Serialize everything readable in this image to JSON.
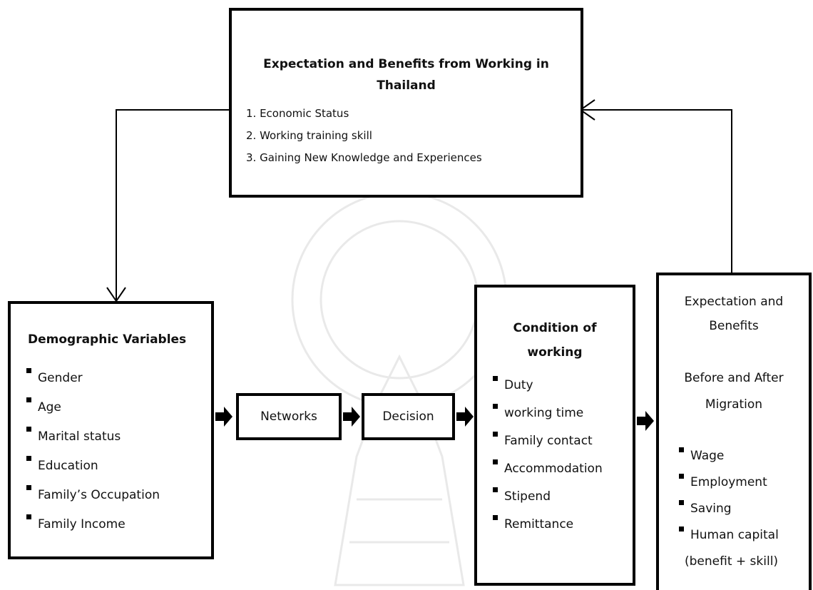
{
  "top_box": {
    "title_line1": "Expectation and Benefits from Working in",
    "title_line2": "Thailand",
    "items": [
      "1. Economic Status",
      "2. Working training skill",
      "3. Gaining New Knowledge and Experiences"
    ]
  },
  "demographic_box": {
    "title": "Demographic Variables",
    "items": [
      "Gender",
      "Age",
      "Marital status",
      "Education",
      "Family’s Occupation",
      "Family Income"
    ]
  },
  "networks_box": {
    "label": "Networks"
  },
  "decision_box": {
    "label": "Decision"
  },
  "condition_box": {
    "title_line1": "Condition of",
    "title_line2": "working",
    "items": [
      "Duty",
      "working time",
      "Family contact",
      "Accommodation",
      "Stipend",
      "Remittance"
    ]
  },
  "expectation_box": {
    "line1": "Expectation and",
    "line2": "Benefits",
    "line3": "Before and After",
    "line4": "Migration",
    "items": [
      "Wage",
      "Employment",
      "Saving",
      "Human capital"
    ],
    "last_item_cont": "(benefit + skill)"
  },
  "colors": {
    "border": "#000000",
    "watermark": "#e6e6e6"
  }
}
